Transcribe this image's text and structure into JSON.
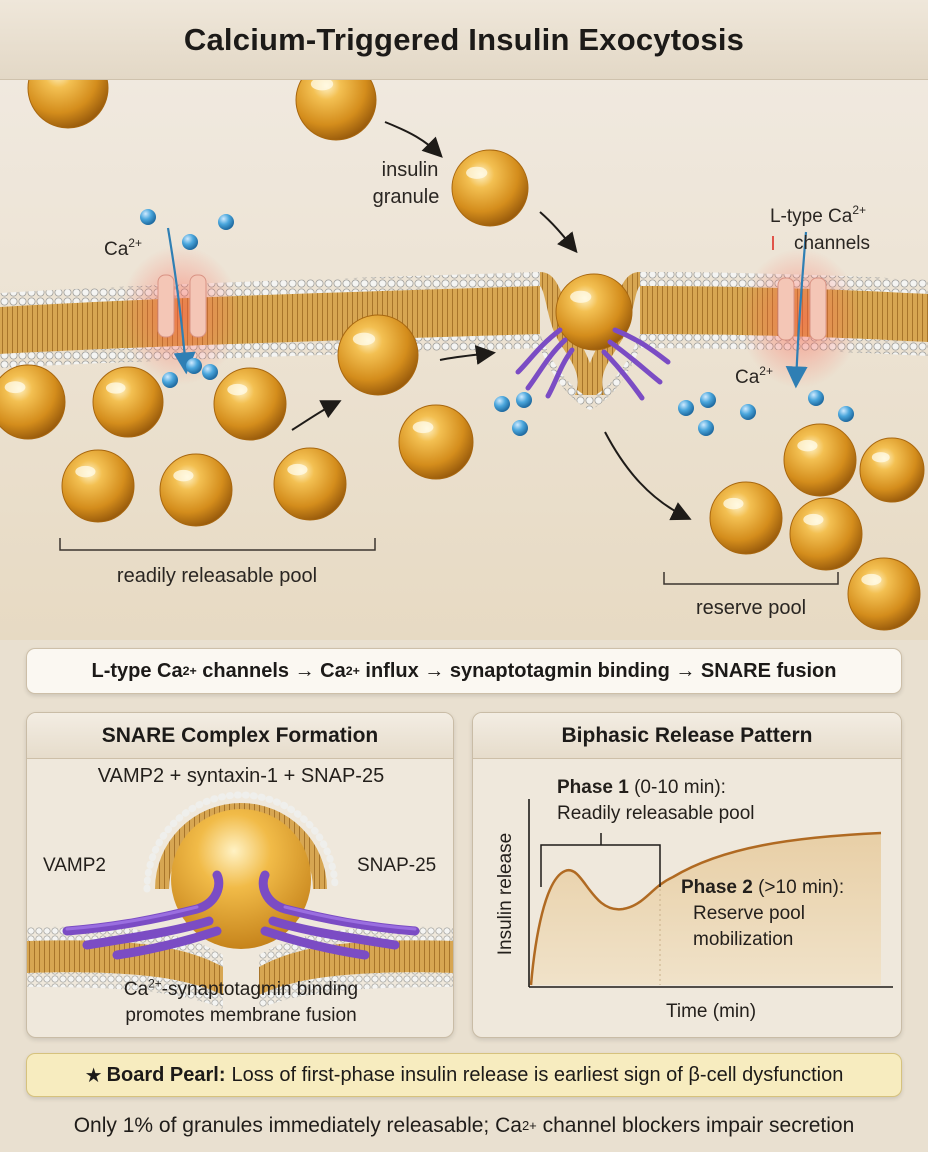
{
  "title": "Calcium-Triggered Insulin Exocytosis",
  "scene": {
    "labels": {
      "ca_left": "Ca",
      "ca_right": "Ca",
      "ca_superscript": "2+",
      "insulin_granule_line1": "insulin",
      "insulin_granule_line2": "granule",
      "ltype_line1": "L-type Ca",
      "ltype_line2": "channels",
      "readily_releasable_pool": "readily releasable pool",
      "reserve_pool": "reserve pool"
    }
  },
  "pathway": {
    "p1": "L-type Ca",
    "sup1": "2+",
    "p2": " channels → Ca",
    "sup2": "2+",
    "p3": " influx → synaptotagmin binding → SNARE fusion"
  },
  "snare_panel": {
    "title": "SNARE Complex Formation",
    "subtitle": "VAMP2 + syntaxin-1 + SNAP-25",
    "label_left": "VAMP2",
    "label_right": "SNAP-25",
    "caption_ca": "Ca",
    "caption_sup": "2+",
    "caption_line1_rest": "-synaptotagmin binding",
    "caption_line2": "promotes membrane fusion"
  },
  "biphasic_panel": {
    "title": "Biphasic Release Pattern",
    "phase1_bold": "Phase 1",
    "phase1_rest": " (0-10 min):",
    "phase1_desc": "Readily releasable pool",
    "phase2_bold": "Phase 2",
    "phase2_rest": " (>10 min):",
    "phase2_desc_line1": "Reserve pool",
    "phase2_desc_line2": "mobilization",
    "y_label": "Insulin release",
    "x_label": "Time (min)"
  },
  "pearl": {
    "star": "★",
    "bold": "Board Pearl:",
    "text": "Loss of first-phase insulin release is earliest sign of β-cell dysfunction"
  },
  "footer": {
    "p1": "Only 1% of granules immediately releasable; Ca",
    "sup": "2+",
    "p2": " channel blockers impair secretion"
  },
  "colors": {
    "granule": "#d99a2e",
    "membrane": "#c89a4a",
    "calcium": "#3d97cf",
    "snare": "#7b4cc4",
    "pearl_bg": "#f7ecbf"
  }
}
